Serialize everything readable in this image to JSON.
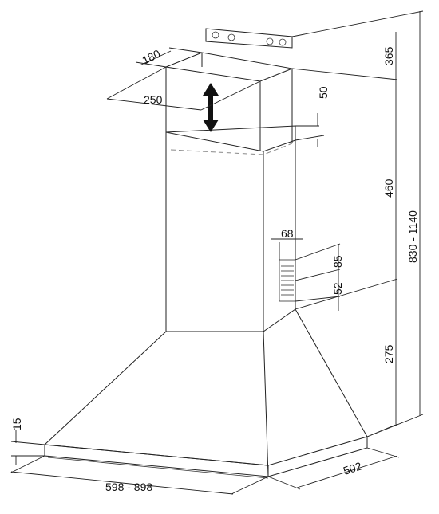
{
  "dimensions": {
    "duct_depth": "180",
    "duct_width": "250",
    "top_gap": "365",
    "duct_offset": "50",
    "duct_height": "460",
    "outlet_width": "68",
    "outlet_height": "85",
    "outlet_gap": "52",
    "canopy_height": "275",
    "total_height": "830 - 1140",
    "base_thickness": "15",
    "hood_width": "598 - 898",
    "hood_depth": "502"
  },
  "colors": {
    "line": "#222222",
    "hidden_line": "#888888",
    "arrow": "#111111"
  },
  "icons": {
    "adjust_arrow": "double-vertical-arrow-icon",
    "bracket": "wall-bracket-icon"
  }
}
